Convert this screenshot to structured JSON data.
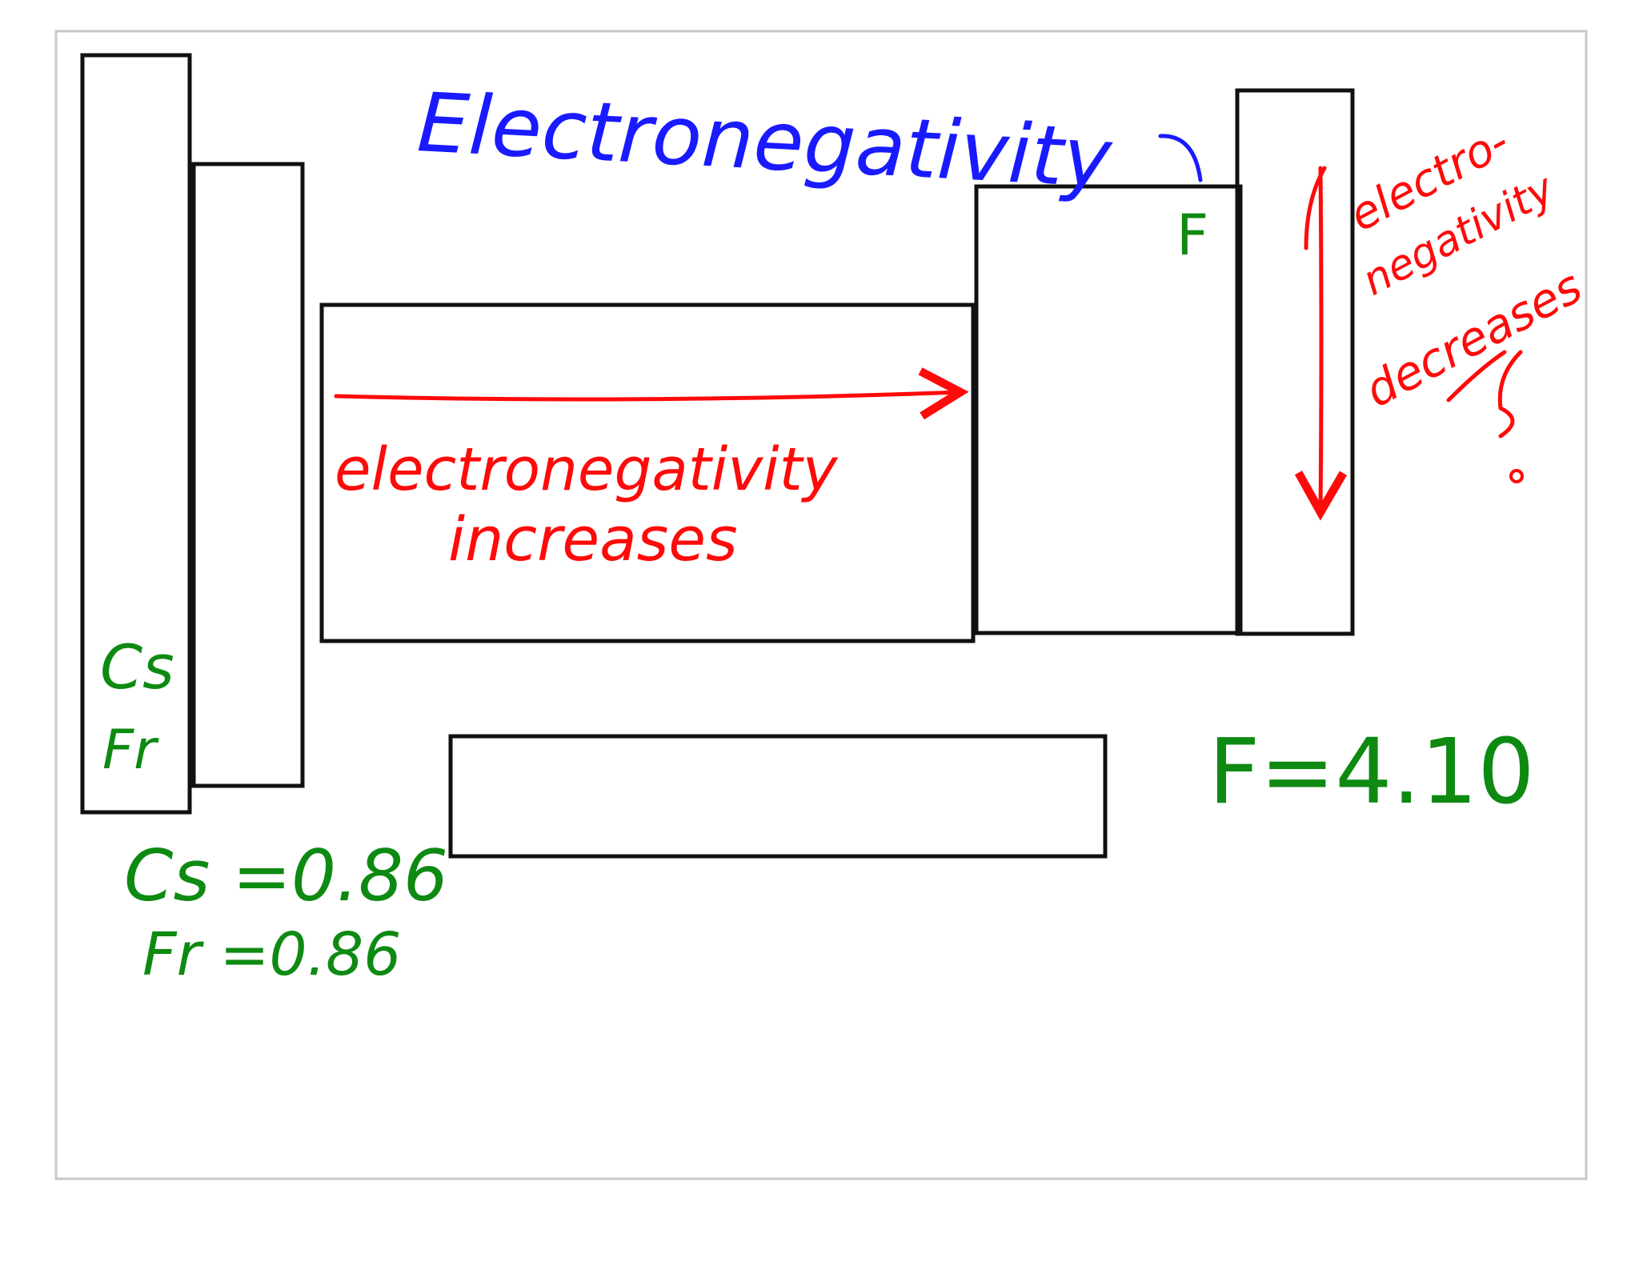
{
  "colors": {
    "blue": "#1a1aff",
    "red": "#ff0a0a",
    "green": "#0e8a12",
    "outline": "#111111",
    "frame": "#c8c8c8"
  },
  "diagram": {
    "title": "Electronegativity",
    "top_right_symbol": "F",
    "left_symbols": [
      "Cs",
      "Fr"
    ],
    "horizontal_trend": {
      "line1": "electronegativity",
      "line2": "increases"
    },
    "vertical_trend": {
      "line1": "electro-",
      "line2": "negativity",
      "line3": "decreases"
    },
    "values": {
      "fluorine": "F=4.10",
      "cesium": "Cs =0.86",
      "francium": "Fr =0.86"
    }
  }
}
